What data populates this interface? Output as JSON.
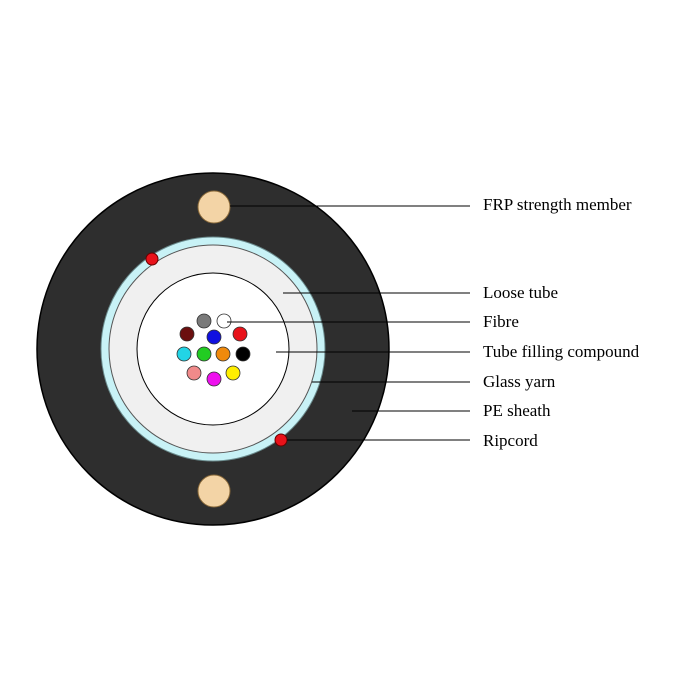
{
  "labels": {
    "frp": "FRP strength member",
    "loose_tube": "Loose tube",
    "fibre": "Fibre",
    "filling": "Tube filling compound",
    "glass_yarn": "Glass yarn",
    "pe_sheath": "PE sheath",
    "ripcord": "Ripcord"
  },
  "colors": {
    "pe_sheath": "#2e2e2e",
    "glass_yarn": "#c8f2f6",
    "loose_tube": "#f0f0f0",
    "filling": "#ffffff",
    "frp": "#f3d4a6",
    "ripcord": "#e8121a"
  },
  "fibres": [
    {
      "color": "#7a7a7a",
      "name": "grey"
    },
    {
      "color": "#ffffff",
      "name": "white"
    },
    {
      "color": "#6b0f0f",
      "name": "brown"
    },
    {
      "color": "#1010e0",
      "name": "blue"
    },
    {
      "color": "#e8121a",
      "name": "red"
    },
    {
      "color": "#22d4e6",
      "name": "aqua"
    },
    {
      "color": "#22cc22",
      "name": "green"
    },
    {
      "color": "#f08a0c",
      "name": "orange"
    },
    {
      "color": "#000000",
      "name": "black"
    },
    {
      "color": "#f08a8a",
      "name": "rose"
    },
    {
      "color": "#ee10ee",
      "name": "violet"
    },
    {
      "color": "#ffee00",
      "name": "yellow"
    }
  ]
}
